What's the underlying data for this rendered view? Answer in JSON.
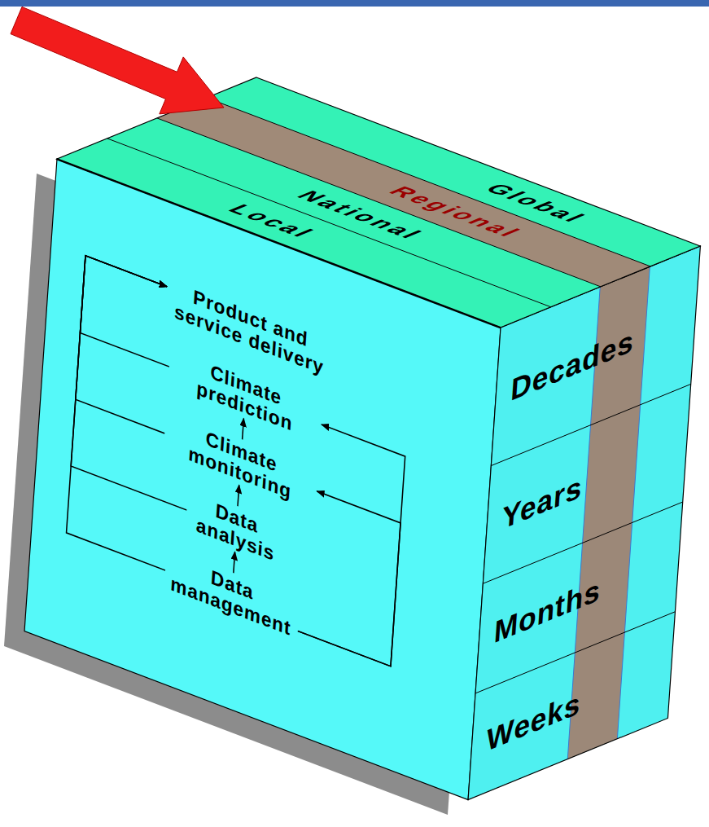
{
  "diagram": {
    "nodes": [
      {
        "text": [
          "Global"
        ]
      },
      {
        "text": [
          "Regional"
        ]
      },
      {
        "text": [
          "National"
        ]
      },
      {
        "text": [
          "Local"
        ]
      },
      {
        "text": [
          "Product and service delivery"
        ]
      },
      {
        "text": [
          "Climate prediction"
        ]
      },
      {
        "text": [
          "Climate monitoring"
        ]
      },
      {
        "text": [
          "Data analysis"
        ]
      },
      {
        "text": [
          "Data management"
        ]
      },
      {
        "text": [
          "Decades"
        ]
      },
      {
        "text": [
          "Years"
        ]
      },
      {
        "text": [
          "Months"
        ]
      },
      {
        "text": [
          "Weeks"
        ]
      }
    ],
    "edges": [
      {
        "from": 8,
        "to": 7,
        "arrow": "to"
      },
      {
        "from": 7,
        "to": 6,
        "arrow": "to"
      },
      {
        "from": 6,
        "to": 5,
        "arrow": "to"
      },
      {
        "from": 8,
        "to": 6,
        "arrow": "to"
      },
      {
        "from": 8,
        "to": 5,
        "arrow": "to"
      },
      {
        "from": 5,
        "to": 4,
        "arrow": "to"
      },
      {
        "from": 6,
        "to": 4,
        "arrow": "to"
      },
      {
        "from": 7,
        "to": 4,
        "arrow": "to"
      },
      {
        "from": 8,
        "to": 4,
        "arrow": "to"
      }
    ]
  }
}
